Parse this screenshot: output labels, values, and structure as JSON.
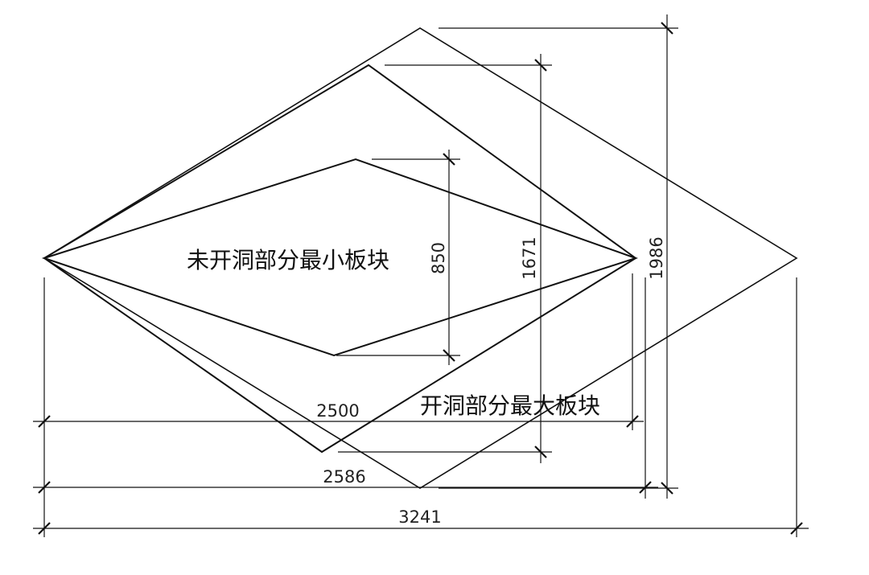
{
  "labels": {
    "unopened_min_panel": "未开洞部分最小板块",
    "opened_max_panel": "开洞部分最大板块"
  },
  "dimensions": {
    "height_small": "850",
    "height_medium": "1671",
    "height_large": "1986",
    "width_small": "2500",
    "width_medium": "2586",
    "width_large": "3241"
  }
}
